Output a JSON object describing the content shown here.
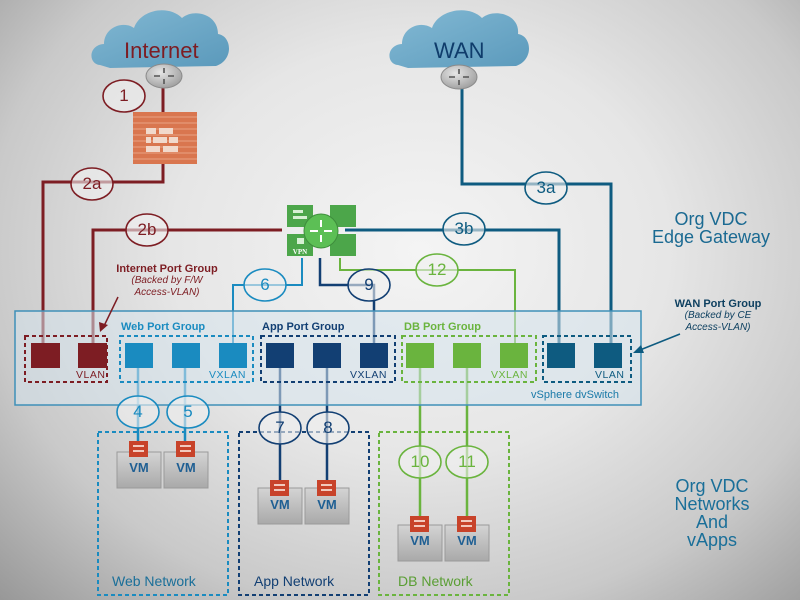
{
  "colors": {
    "internet": "#7d1d23",
    "web": "#1a8bc0",
    "app": "#123f73",
    "db": "#6ab43e",
    "wan": "#0e5b80",
    "cloud": "#5fa2c5",
    "firewall": "#d9764f",
    "edge": "#4ca64a"
  },
  "clouds": {
    "internet": "Internet",
    "wan": "WAN"
  },
  "edge_gateway": {
    "title_line1": "Org VDC",
    "title_line2": "Edge Gateway",
    "vpn_label": "VPN"
  },
  "connectors": {
    "c1": "1",
    "c2a": "2a",
    "c2b": "2b",
    "c3a": "3a",
    "c3b": "3b",
    "c4": "4",
    "c5": "5",
    "c6": "6",
    "c7": "7",
    "c8": "8",
    "c9": "9",
    "c10": "10",
    "c11": "11",
    "c12": "12"
  },
  "internet_port_group": {
    "title": "Internet Port Group",
    "note_line1": "Backed by F/W",
    "note_line2": "Access-VLAN",
    "tag": "VLAN"
  },
  "wan_port_group": {
    "title": "WAN Port Group",
    "note_line1": "Backed by CE",
    "note_line2": "Access-VLAN",
    "tag": "VLAN"
  },
  "port_groups": {
    "web": {
      "title": "Web Port Group",
      "tag": "VXLAN"
    },
    "app": {
      "title": "App Port Group",
      "tag": "VXLAN"
    },
    "db": {
      "title": "DB Port Group",
      "tag": "VXLAN"
    }
  },
  "dvswitch_label": "vSphere dvSwitch",
  "networks": {
    "web": "Web Network",
    "app": "App Network",
    "db": "DB Network"
  },
  "vm_label": "VM",
  "side_label": {
    "line1": "Org VDC",
    "line2": "Networks",
    "line3": "And",
    "line4": "vApps"
  }
}
